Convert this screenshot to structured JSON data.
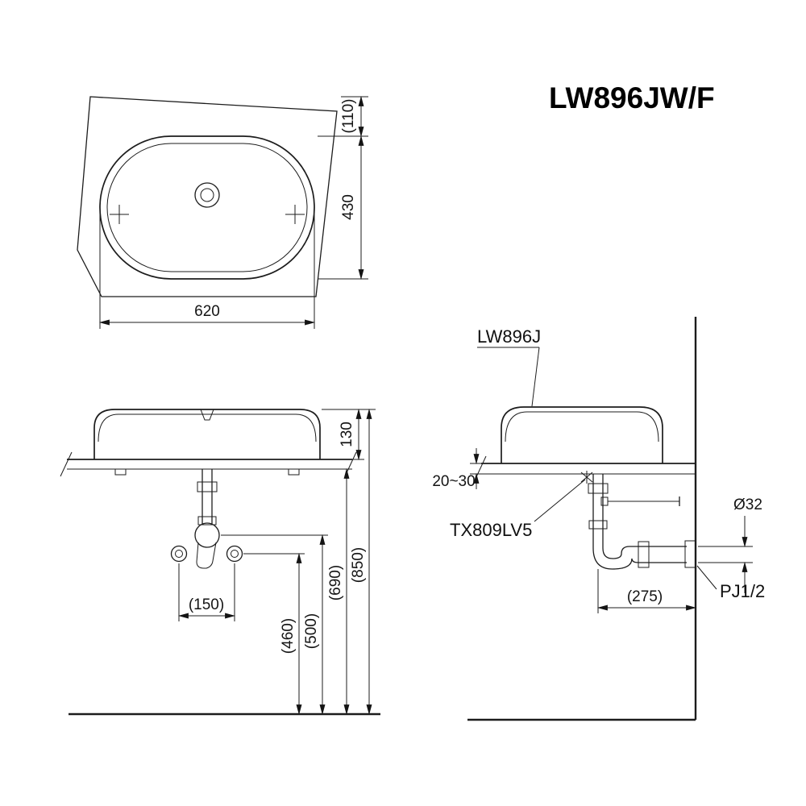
{
  "title": "LW896JW/F",
  "plan_view": {
    "dim_offset": "(110)",
    "dim_depth": "430",
    "dim_width": "620"
  },
  "front_view": {
    "dim_rim_height": "130",
    "dim_supply_spacing": "(150)",
    "dim_supply_height": "(460)",
    "dim_trap_height": "(500)",
    "dim_counter_underside_height": "(690)",
    "dim_rim_floor_height": "(850)"
  },
  "side_view": {
    "basin_label": "LW896J",
    "drain_label": "TX809LV5",
    "dim_counter_thickness": "20~30",
    "dim_pipe_diameter": "Ø32",
    "dim_wall_offset": "(275)",
    "wall_connection_label": "PJ1/2"
  }
}
